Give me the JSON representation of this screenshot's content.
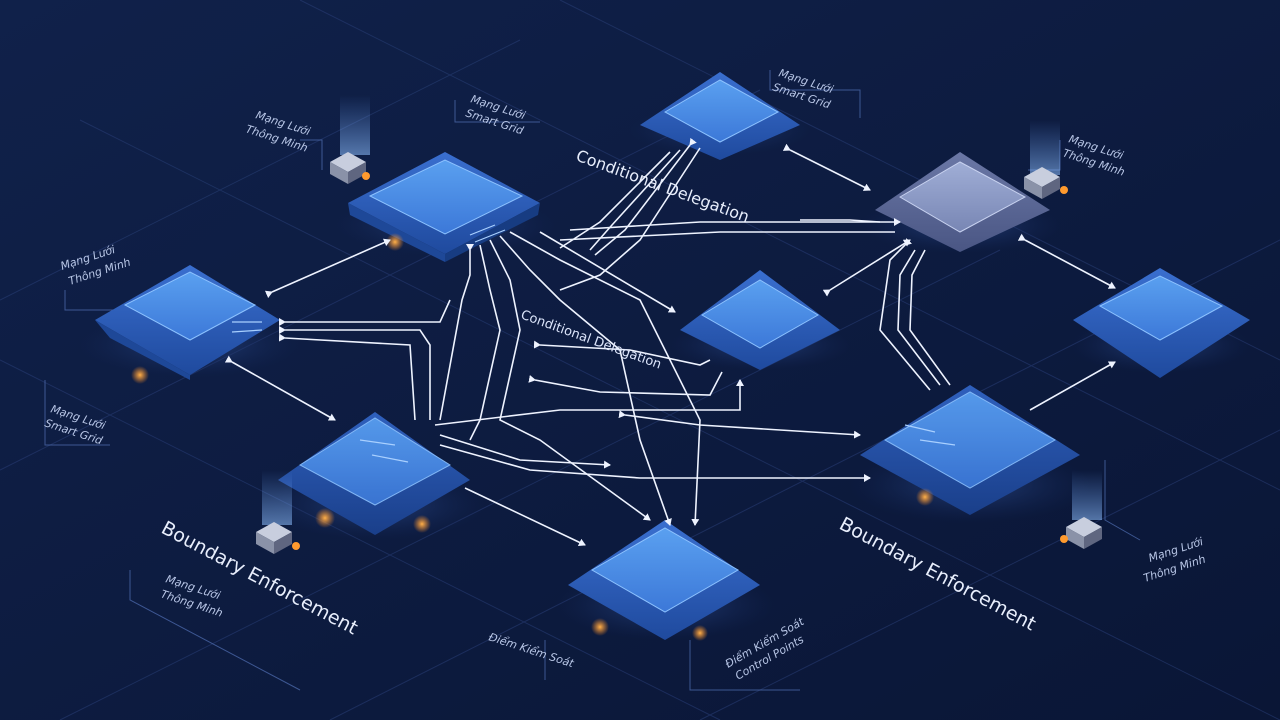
{
  "labels": {
    "tl_vn": "Mạng Lưới",
    "tl_vn2": "Thông Minh",
    "tl2_vn": "Mạng Lưới",
    "tl2_en": "Smart Grid",
    "top_vn": "Mạng Lưới",
    "top_en": "Smart Grid",
    "tr_vn": "Mạng Lưới",
    "tr_vn2": "Thông Minh",
    "left_vn": "Mạng Lưới",
    "left_vn2": "Thông Minh",
    "left2_vn": "Mạng Lưới",
    "left2_en": "Smart Grid",
    "bl_vn": "Mạng Lưới",
    "bl_vn2": "Thông Minh",
    "br_vn": "Mạng Lưới",
    "br_vn2": "Thông Minh",
    "bottom_vn": "Điểm Kiểm Soát",
    "bottom2_vn": "Điểm Kiểm Soát",
    "bottom2_en": "Control Points",
    "cond_top": "Conditional Delegation",
    "cond_mid": "Conditional Delegation",
    "boundary_left": "Boundary Enforcement",
    "boundary_right": "Boundary Enforcement"
  },
  "colors": {
    "background": "#0c1a3d",
    "node_blue": "#3d7fe0",
    "node_gray": "#7a8bb8",
    "arrow": "#e8eefc",
    "glow": "#ff9a2e"
  },
  "icons": [
    "controller-icon",
    "controller-icon",
    "controller-icon",
    "controller-icon"
  ]
}
